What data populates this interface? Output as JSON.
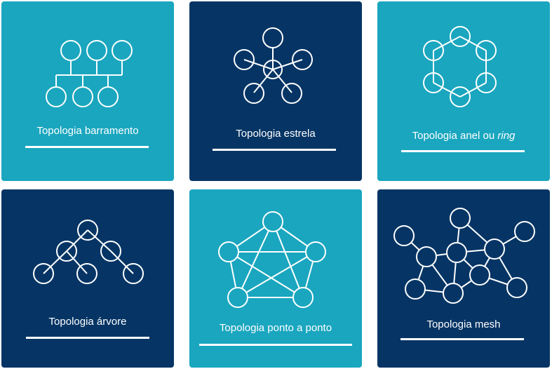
{
  "tiles": [
    {
      "label": "Topologia barramento",
      "label_italic": ""
    },
    {
      "label": "Topologia estrela",
      "label_italic": ""
    },
    {
      "label": "Topologia anel ou ",
      "label_italic": "ring"
    },
    {
      "label": "Topologia árvore",
      "label_italic": ""
    },
    {
      "label": "Topologia ponto a ponto",
      "label_italic": ""
    },
    {
      "label": "Topologia mesh",
      "label_italic": ""
    }
  ],
  "colors": {
    "teal": "#1aa6bf",
    "navy": "#063565",
    "line": "#ffffff"
  }
}
